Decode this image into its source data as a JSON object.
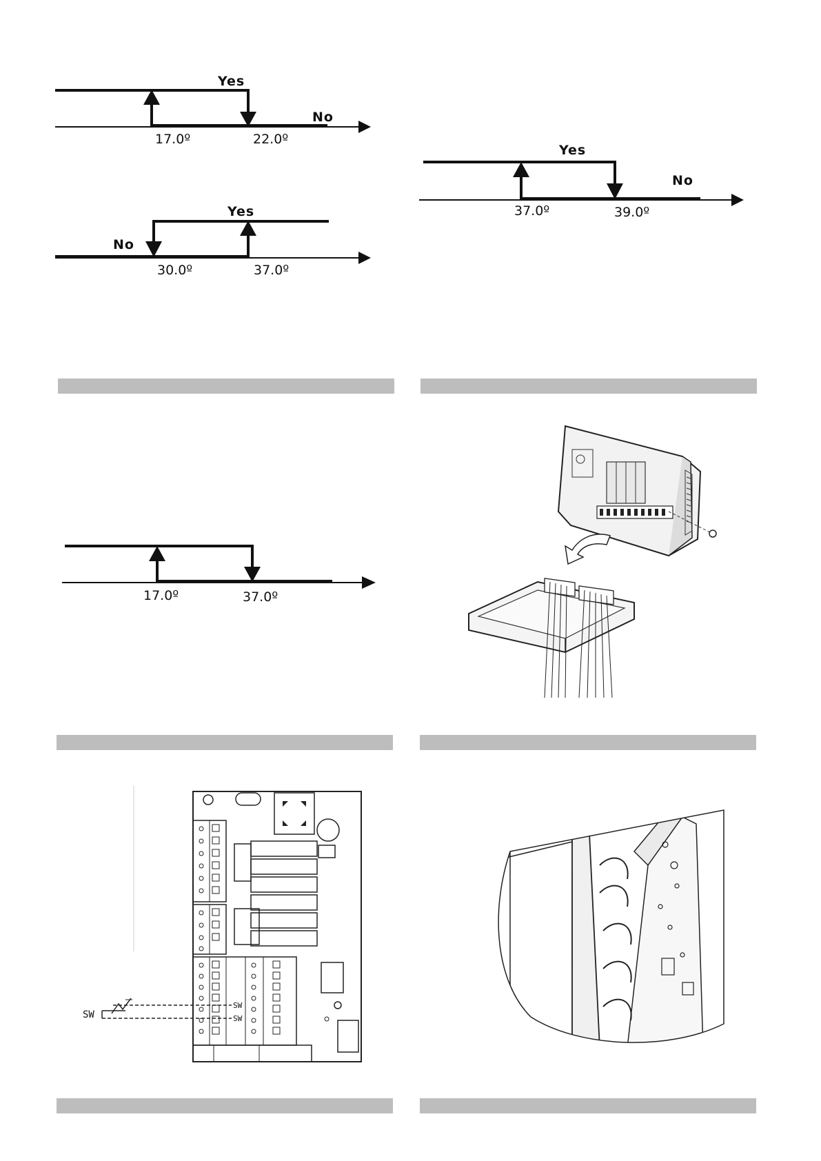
{
  "hysteresis_diagrams": [
    {
      "id": "d1",
      "yes_label": "Yes",
      "no_label": "No",
      "value_a": "17.0º",
      "value_b": "22.0º"
    },
    {
      "id": "d2",
      "yes_label": "Yes",
      "no_label": "No",
      "value_a": "30.0º",
      "value_b": "37.0º"
    },
    {
      "id": "d3",
      "yes_label": "Yes",
      "no_label": "No",
      "value_a": "37.0º",
      "value_b": "39.0º"
    },
    {
      "id": "d4",
      "value_a": "17.0º",
      "value_b": "37.0º"
    }
  ],
  "wiring": {
    "sw_label": "SW",
    "terminal_label_1": "SW",
    "terminal_label_2": "SW"
  },
  "colors": {
    "caption_bar": "#bdbdbd",
    "line": "#111111"
  }
}
